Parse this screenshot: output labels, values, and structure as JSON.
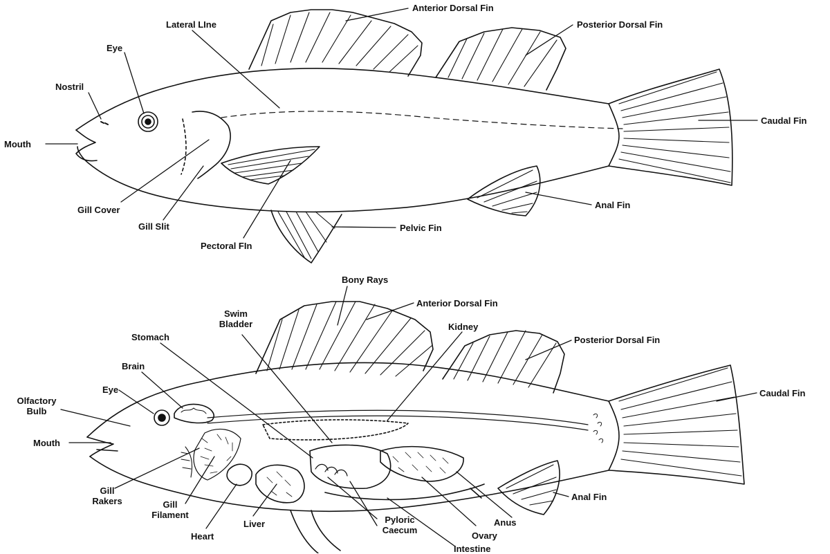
{
  "external": {
    "labels": {
      "anterior_dorsal_fin": "Anterior Dorsal Fin",
      "posterior_dorsal_fin": "Posterior Dorsal Fin",
      "lateral_line": "Lateral LIne",
      "eye": "Eye",
      "nostril": "Nostril",
      "mouth": "Mouth",
      "caudal_fin": "Caudal Fin",
      "gill_cover": "Gill Cover",
      "gill_slit": "Gill Slit",
      "pectoral_fin": "Pectoral FIn",
      "pelvic_fin": "Pelvic Fin",
      "anal_fin": "Anal Fin"
    }
  },
  "internal": {
    "labels": {
      "bony_rays": "Bony Rays",
      "anterior_dorsal_fin": "Anterior Dorsal Fin",
      "swim_bladder_1": "Swim",
      "swim_bladder_2": "Bladder",
      "kidney": "Kidney",
      "stomach": "Stomach",
      "posterior_dorsal_fin": "Posterior Dorsal Fin",
      "brain": "Brain",
      "eye": "Eye",
      "caudal_fin": "Caudal Fin",
      "olfactory_bulb_1": "Olfactory",
      "olfactory_bulb_2": "Bulb",
      "mouth": "Mouth",
      "gill_rakers_1": "Gill",
      "gill_rakers_2": "Rakers",
      "gill_filament_1": "Gill",
      "gill_filament_2": "Filament",
      "anal_fin": "Anal Fin",
      "pyloric_caecum_1": "Pyloric",
      "pyloric_caecum_2": "Caecum",
      "anus": "Anus",
      "liver": "Liver",
      "heart": "Heart",
      "ovary": "Ovary",
      "intestine": "Intestine"
    }
  }
}
